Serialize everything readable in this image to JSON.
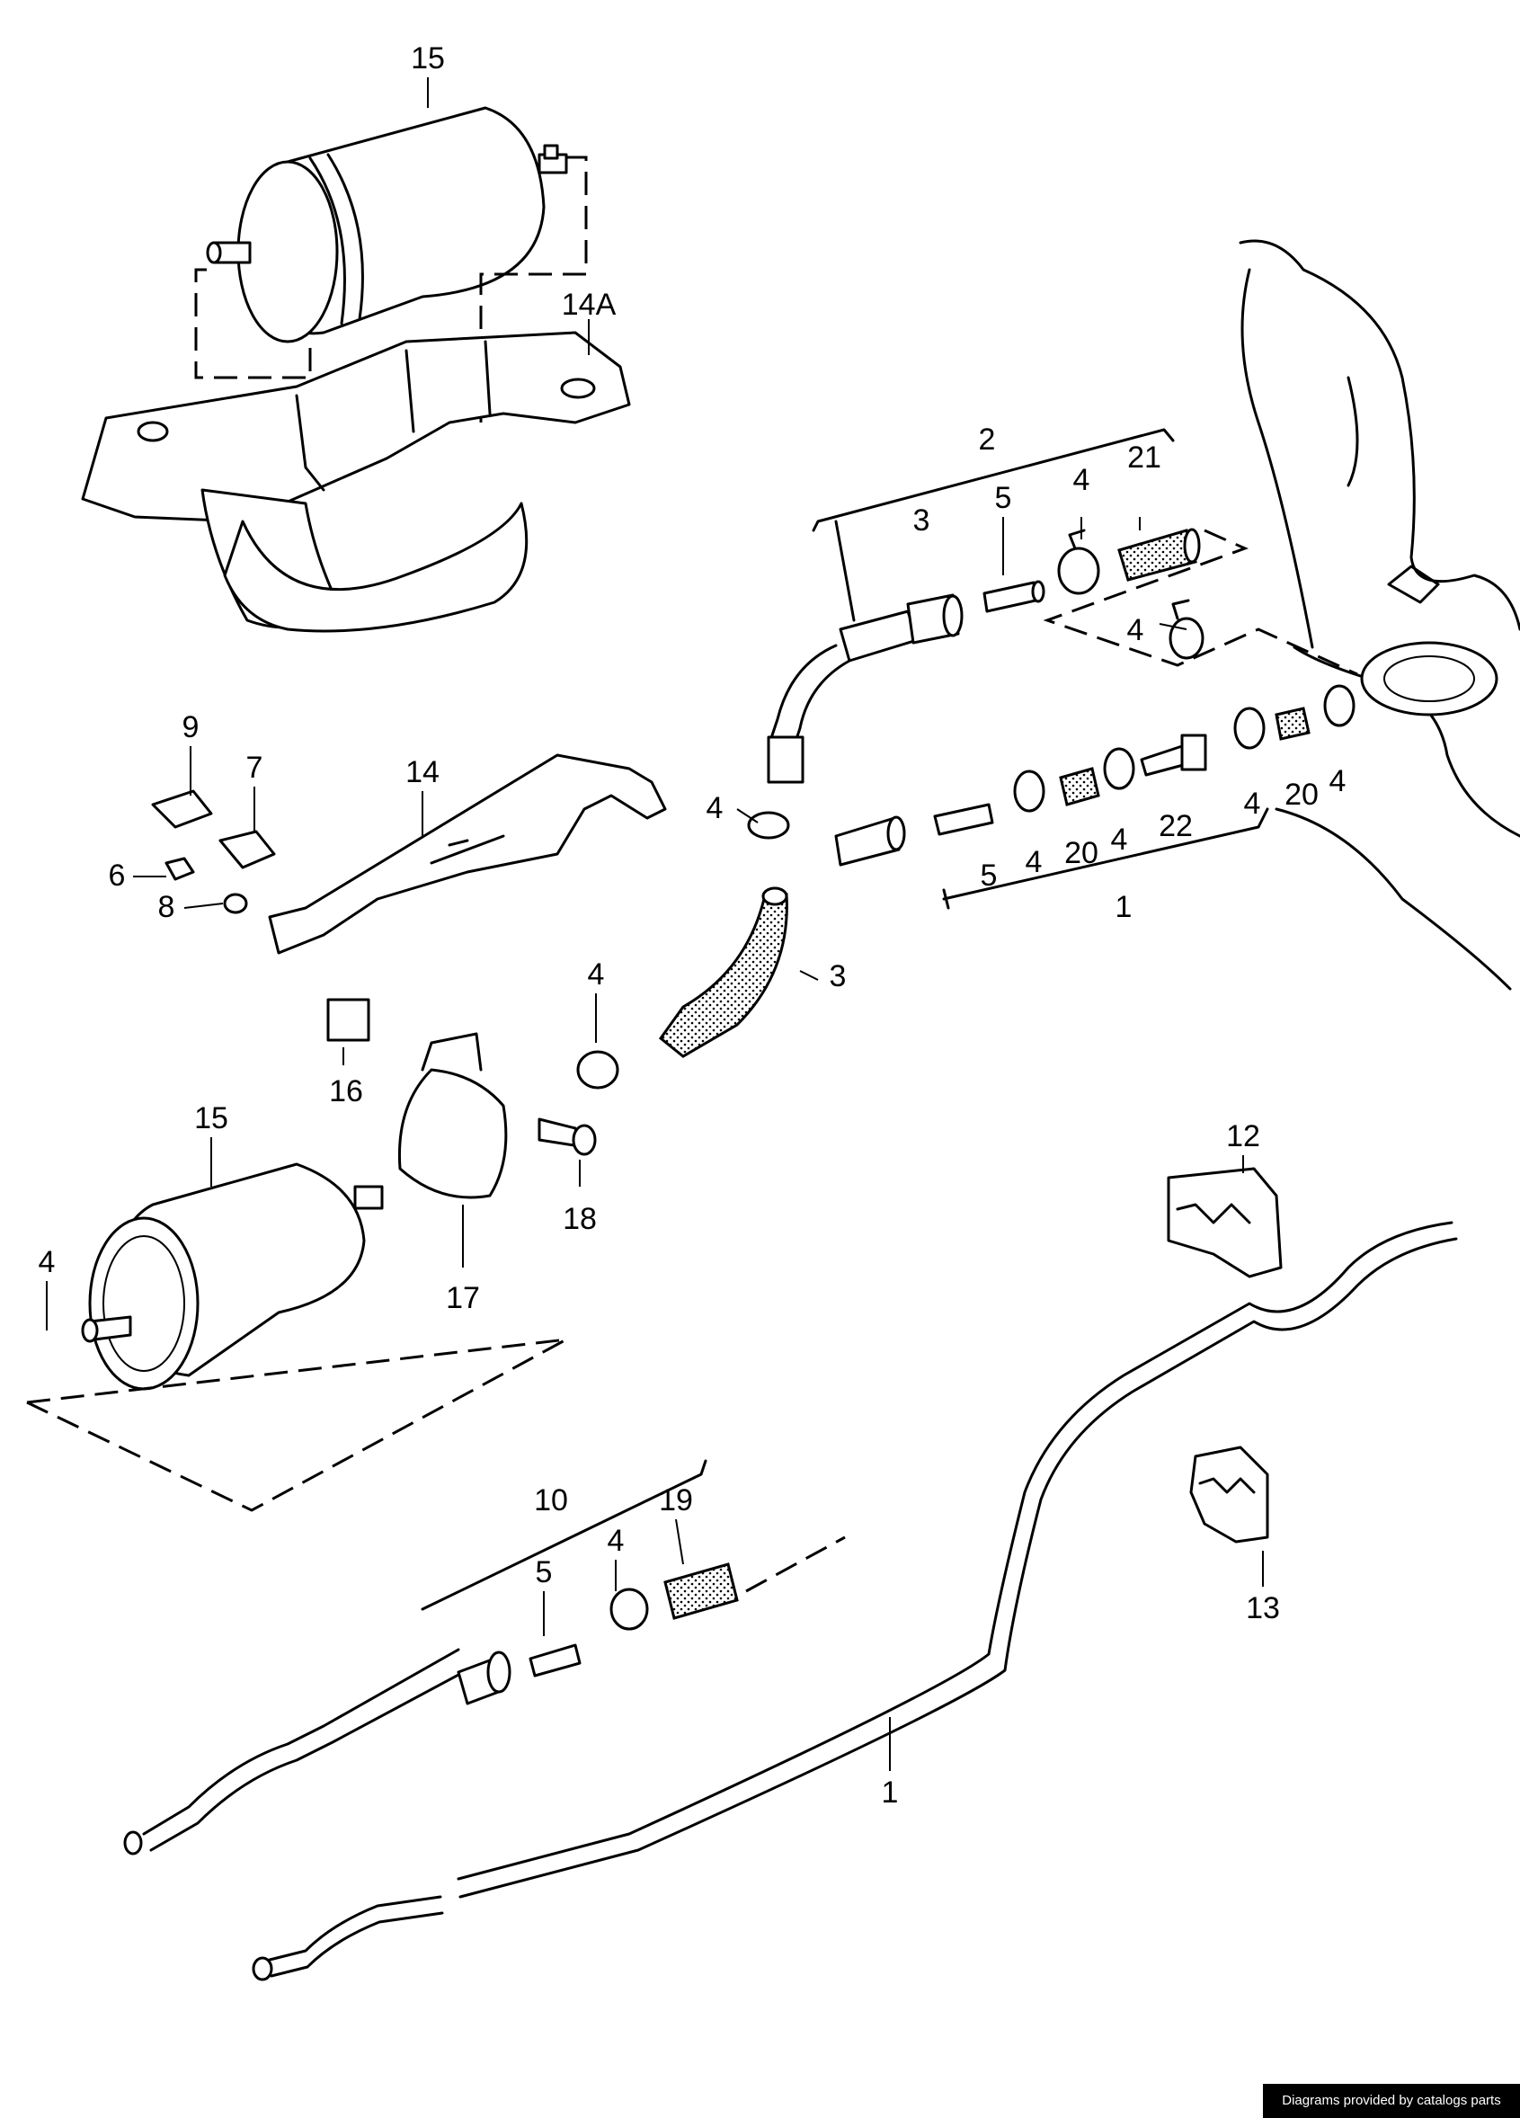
{
  "labels": [
    {
      "key": "l15top",
      "text": "15"
    },
    {
      "key": "l14A",
      "text": "14A"
    },
    {
      "key": "l2",
      "text": "2"
    },
    {
      "key": "l3a",
      "text": "3"
    },
    {
      "key": "l5a",
      "text": "5"
    },
    {
      "key": "l4a",
      "text": "4"
    },
    {
      "key": "l21",
      "text": "21"
    },
    {
      "key": "l4b",
      "text": "4"
    },
    {
      "key": "l9",
      "text": "9"
    },
    {
      "key": "l7",
      "text": "7"
    },
    {
      "key": "l14",
      "text": "14"
    },
    {
      "key": "l6",
      "text": "6"
    },
    {
      "key": "l8",
      "text": "8"
    },
    {
      "key": "l4c",
      "text": "4"
    },
    {
      "key": "l5b",
      "text": "5"
    },
    {
      "key": "l4d",
      "text": "4"
    },
    {
      "key": "l20a",
      "text": "20"
    },
    {
      "key": "l4e",
      "text": "4"
    },
    {
      "key": "l22",
      "text": "22"
    },
    {
      "key": "l4f",
      "text": "4"
    },
    {
      "key": "l20b",
      "text": "20"
    },
    {
      "key": "l4g",
      "text": "4"
    },
    {
      "key": "l1a",
      "text": "1"
    },
    {
      "key": "l3b",
      "text": "3"
    },
    {
      "key": "l4h",
      "text": "4"
    },
    {
      "key": "l16",
      "text": "16"
    },
    {
      "key": "l15mid",
      "text": "15"
    },
    {
      "key": "l18",
      "text": "18"
    },
    {
      "key": "l17",
      "text": "17"
    },
    {
      "key": "l4i",
      "text": "4"
    },
    {
      "key": "l12",
      "text": "12"
    },
    {
      "key": "l13",
      "text": "13"
    },
    {
      "key": "l10",
      "text": "10"
    },
    {
      "key": "l5c",
      "text": "5"
    },
    {
      "key": "l4j",
      "text": "4"
    },
    {
      "key": "l19",
      "text": "19"
    },
    {
      "key": "l1b",
      "text": "1"
    }
  ],
  "credit": "Diagrams provided by catalogs parts"
}
